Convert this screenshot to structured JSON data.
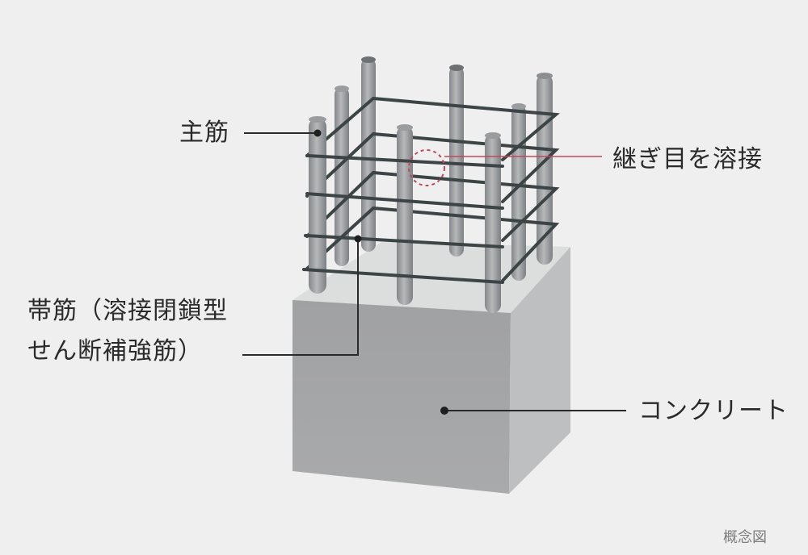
{
  "labels": {
    "main_rebar": "主筋",
    "weld_joint": "継ぎ目を溶接",
    "hoop_line1": "帯筋（溶接閉鎖型",
    "hoop_line2": "せん断補強筋）",
    "concrete": "コンクリート",
    "concept_note": "概念図"
  },
  "colors": {
    "background": "#efeff0",
    "concrete_front": "#a7a8a9",
    "concrete_side": "#bdbebf",
    "concrete_top": "#dcdcdd",
    "rebar": "#9a9c9e",
    "hoop": "#3c4446",
    "leader": "#2a2a2a",
    "weld_highlight": "#c0485a"
  }
}
